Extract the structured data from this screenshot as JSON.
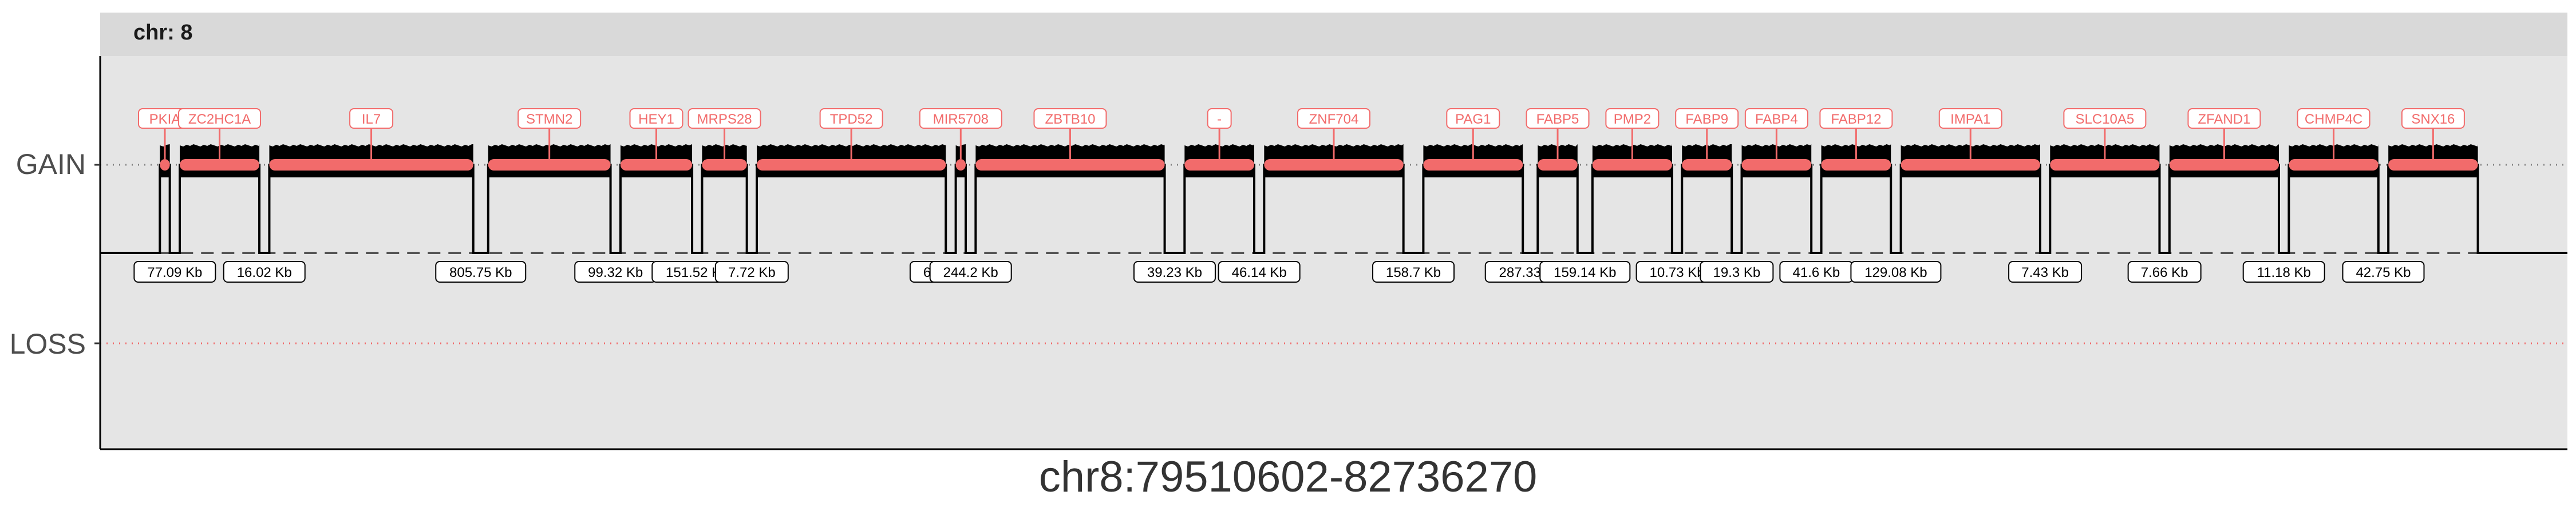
{
  "chart_data": {
    "type": "genome-track",
    "facet_label": "chr: 8",
    "xlabel": "chr8:79510602-82736270",
    "ylabel": "",
    "y_categories": [
      "GAIN",
      "LOSS"
    ],
    "accent_color": "#f26b6b",
    "signal_color": "#000000",
    "genes": [
      {
        "name": "PKIA",
        "start": 0.0,
        "end": 0.01
      },
      {
        "name": "ZC2HC1A",
        "start": 0.02,
        "end": 0.1
      },
      {
        "name": "IL7",
        "start": 0.11,
        "end": 0.315
      },
      {
        "name": "STMN2",
        "start": 0.33,
        "end": 0.453
      },
      {
        "name": "HEY1",
        "start": 0.463,
        "end": 0.535
      },
      {
        "name": "MRPS28",
        "start": 0.545,
        "end": 0.59
      },
      {
        "name": "TPD52",
        "start": 0.6,
        "end": 0.79
      },
      {
        "name": "MIR5708",
        "start": 0.8,
        "end": 0.81
      },
      {
        "name": "ZBTB10",
        "start": 0.82,
        "end": 1.01
      },
      {
        "name": "-",
        "start": 1.03,
        "end": 1.1
      },
      {
        "name": "ZNF704",
        "start": 1.11,
        "end": 1.25
      },
      {
        "name": "PAG1",
        "start": 1.27,
        "end": 1.37
      },
      {
        "name": "FABP5",
        "start": 1.385,
        "end": 1.425
      },
      {
        "name": "PMP2",
        "start": 1.44,
        "end": 1.52
      },
      {
        "name": "FABP9",
        "start": 1.53,
        "end": 1.58
      },
      {
        "name": "FABP4",
        "start": 1.59,
        "end": 1.66
      },
      {
        "name": "FABP12",
        "start": 1.67,
        "end": 1.74
      },
      {
        "name": "IMPA1",
        "start": 1.75,
        "end": 1.89
      },
      {
        "name": "SLC10A5",
        "start": 1.9,
        "end": 2.01
      },
      {
        "name": "ZFAND1",
        "start": 2.02,
        "end": 2.13
      },
      {
        "name": "CHMP4C",
        "start": 2.14,
        "end": 2.23
      },
      {
        "name": "SNX16",
        "start": 2.24,
        "end": 2.33
      }
    ],
    "gaps": [
      "77.09 Kb",
      "16.02 Kb",
      "805.75 Kb",
      "99.32 Kb",
      "151.52 Kb",
      "7.72 Kb",
      "69.73 Kb",
      "244.2 Kb",
      "39.23 Kb",
      "46.14 Kb",
      "158.7 Kb",
      "287.33 Kb",
      "159.14 Kb",
      "10.73 Kb",
      "19.3 Kb",
      "41.6 Kb",
      "129.08 Kb",
      "7.43 Kb",
      "7.66 Kb",
      "11.18 Kb",
      "42.75 Kb"
    ],
    "grid": false,
    "legend": "none"
  }
}
